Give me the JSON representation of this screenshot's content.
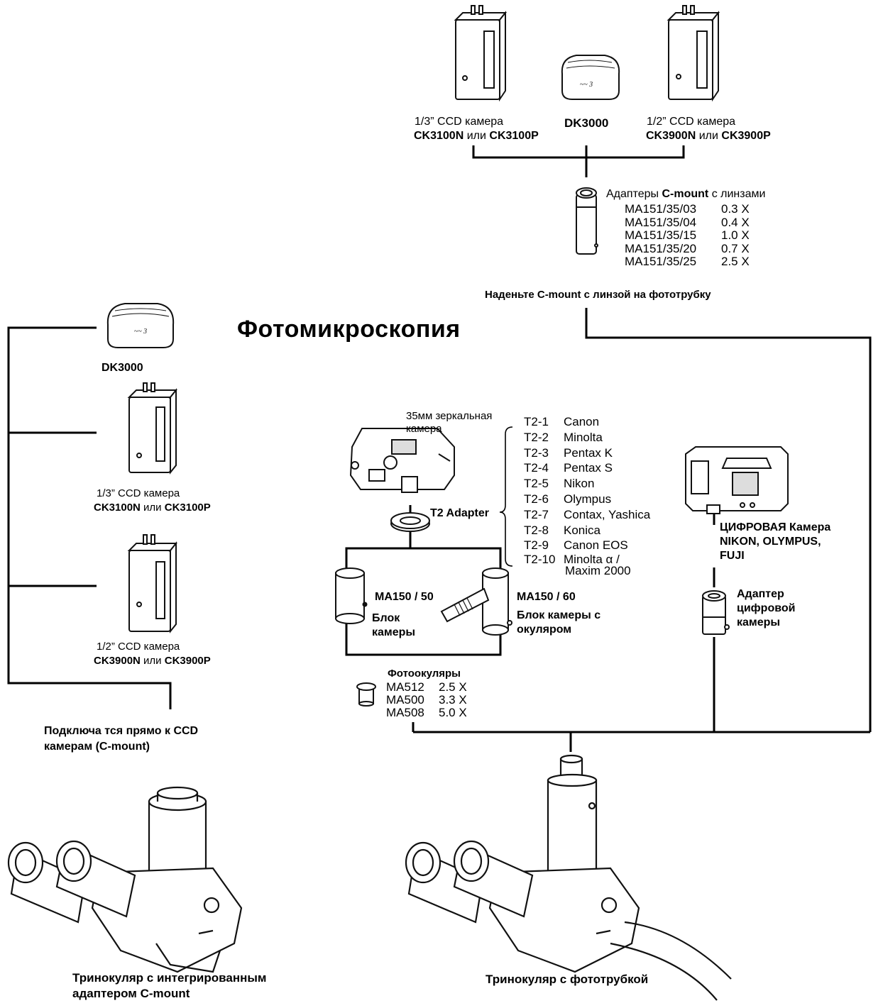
{
  "title": "Фотомикроскопия",
  "top": {
    "ccd_left": {
      "line1": "1/3” CCD камера",
      "model_a": "CK3100N",
      "or": "или",
      "model_b": "CK3100P"
    },
    "dk": "DK3000",
    "ccd_right": {
      "line1": "1/2” CCD камера",
      "model_a": "CK3900N",
      "or": "или",
      "model_b": "CK3900P"
    },
    "adapters_label_pre": "Адаптеры",
    "adapters_label_bold": "C-mount",
    "adapters_label_post": "с линзами",
    "adapters": [
      {
        "code": "MA151/35/03",
        "value": "0.3 X"
      },
      {
        "code": "MA151/35/04",
        "value": "0.4 X"
      },
      {
        "code": "MA151/35/15",
        "value": "1.0 X"
      },
      {
        "code": "MA151/35/20",
        "value": "0.7 X"
      },
      {
        "code": "MA151/35/25",
        "value": "2.5 X"
      }
    ],
    "instruction": "Наденьте C-mount с линзой на фототрубку"
  },
  "left": {
    "dk": "DK3000",
    "ccd13": {
      "line1": "1/3” CCD камера",
      "model_a": "CK3100N",
      "or": "или",
      "model_b": "CK3100P"
    },
    "ccd12": {
      "line1": "1/2” CCD камера",
      "model_a": "CK3900N",
      "or": "или",
      "model_b": "CK3900P"
    },
    "connect_line1": "Подключа тся прямо к CCD",
    "connect_line2": "камерам (C-mount)"
  },
  "slr": {
    "label_line1": "35мм зеркальная",
    "label_line2": "камера",
    "t2_adapter": "T2 Adapter",
    "t2_list": [
      {
        "code": "T2-1",
        "name": "Canon"
      },
      {
        "code": "T2-2",
        "name": "Minolta"
      },
      {
        "code": "T2-3",
        "name": "Pentax K"
      },
      {
        "code": "T2-4",
        "name": "Pentax S"
      },
      {
        "code": "T2-5",
        "name": "Nikon"
      },
      {
        "code": "T2-6",
        "name": "Olympus"
      },
      {
        "code": "T2-7",
        "name": "Contax, Yashica"
      },
      {
        "code": "T2-8",
        "name": "Konica"
      },
      {
        "code": "T2-9",
        "name": "Canon EOS"
      },
      {
        "code": "T2-10",
        "name": "Minolta α /"
      }
    ],
    "t2_last_line2": "Maxim 2000",
    "ma150_50": "MA150 / 50",
    "block_camera_line1": "Блок",
    "block_camera_line2": "камеры",
    "ma150_60": "MA150 / 60",
    "block_eyepiece_line1": "Блок камеры с",
    "block_eyepiece_line2": "окуляром",
    "photo_eyepieces_title": "Фотоокуляры",
    "photo_eyepieces": [
      {
        "code": "MA512",
        "value": "2.5 X"
      },
      {
        "code": "MA500",
        "value": "3.3 X"
      },
      {
        "code": "MA508",
        "value": "5.0 X"
      }
    ]
  },
  "digital": {
    "label_line1": "ЦИФРОВАЯ Камера",
    "label_line2": "NIKON, OLYMPUS,",
    "label_line3": "FUJI",
    "adapter_line1": "Адаптер",
    "adapter_line2": "цифровой",
    "adapter_line3": "камеры"
  },
  "bottom": {
    "left_line1": "Тринокуляр с интегрированным",
    "left_line2": "адаптером C-mount",
    "right": "Тринокуляр с фототрубкой"
  },
  "colors": {
    "line": "#000000",
    "ink": "#111111",
    "fill": "#ffffff",
    "shade": "#cfcfcf"
  }
}
